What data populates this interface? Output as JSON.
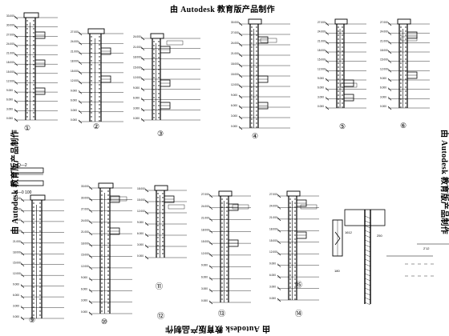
{
  "watermark": {
    "top": "由 Autodesk 教育版产品制作",
    "bottom": "由 Autodesk 教育版产品制作",
    "left": "由 Autodesk 教育版产品制作",
    "right": "由 Autodesk 教育版产品制作"
  },
  "detail_numbers": [
    "①",
    "②",
    "③",
    "④",
    "⑤",
    "⑥",
    "⑨",
    "⑩",
    "⑪",
    "⑫",
    "⑬",
    "⑭",
    "⑮"
  ],
  "labels": {
    "section_a": "Q—2",
    "section_b": "Q—0 100",
    "dim_1612": "1612",
    "dim_180": "180",
    "dim_250": "250",
    "dim_212": "2'12"
  },
  "colors": {
    "ink": "#000000",
    "paper": "#ffffff"
  }
}
